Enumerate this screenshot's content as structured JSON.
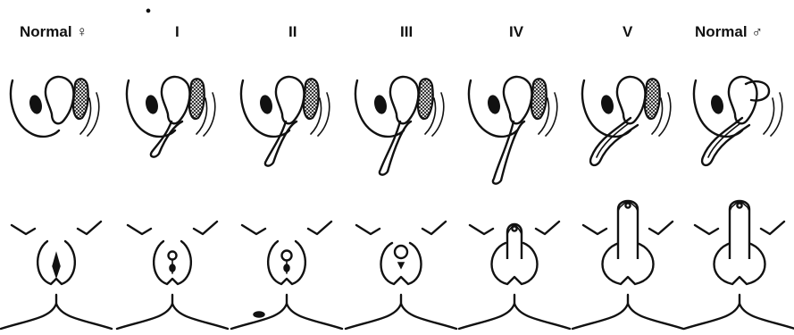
{
  "diagram": {
    "stages": [
      {
        "id": "normal-female",
        "label": "Normal",
        "symbol": "♀",
        "stage": 0
      },
      {
        "id": "stage-1",
        "label": "I",
        "symbol": "",
        "stage": 1
      },
      {
        "id": "stage-2",
        "label": "II",
        "symbol": "",
        "stage": 2
      },
      {
        "id": "stage-3",
        "label": "III",
        "symbol": "",
        "stage": 3
      },
      {
        "id": "stage-4",
        "label": "IV",
        "symbol": "",
        "stage": 4
      },
      {
        "id": "stage-5",
        "label": "V",
        "symbol": "",
        "stage": 5
      },
      {
        "id": "normal-male",
        "label": "Normal",
        "symbol": "♂",
        "stage": 6
      }
    ],
    "colors": {
      "ink": "#111111",
      "background": "#ffffff"
    }
  }
}
